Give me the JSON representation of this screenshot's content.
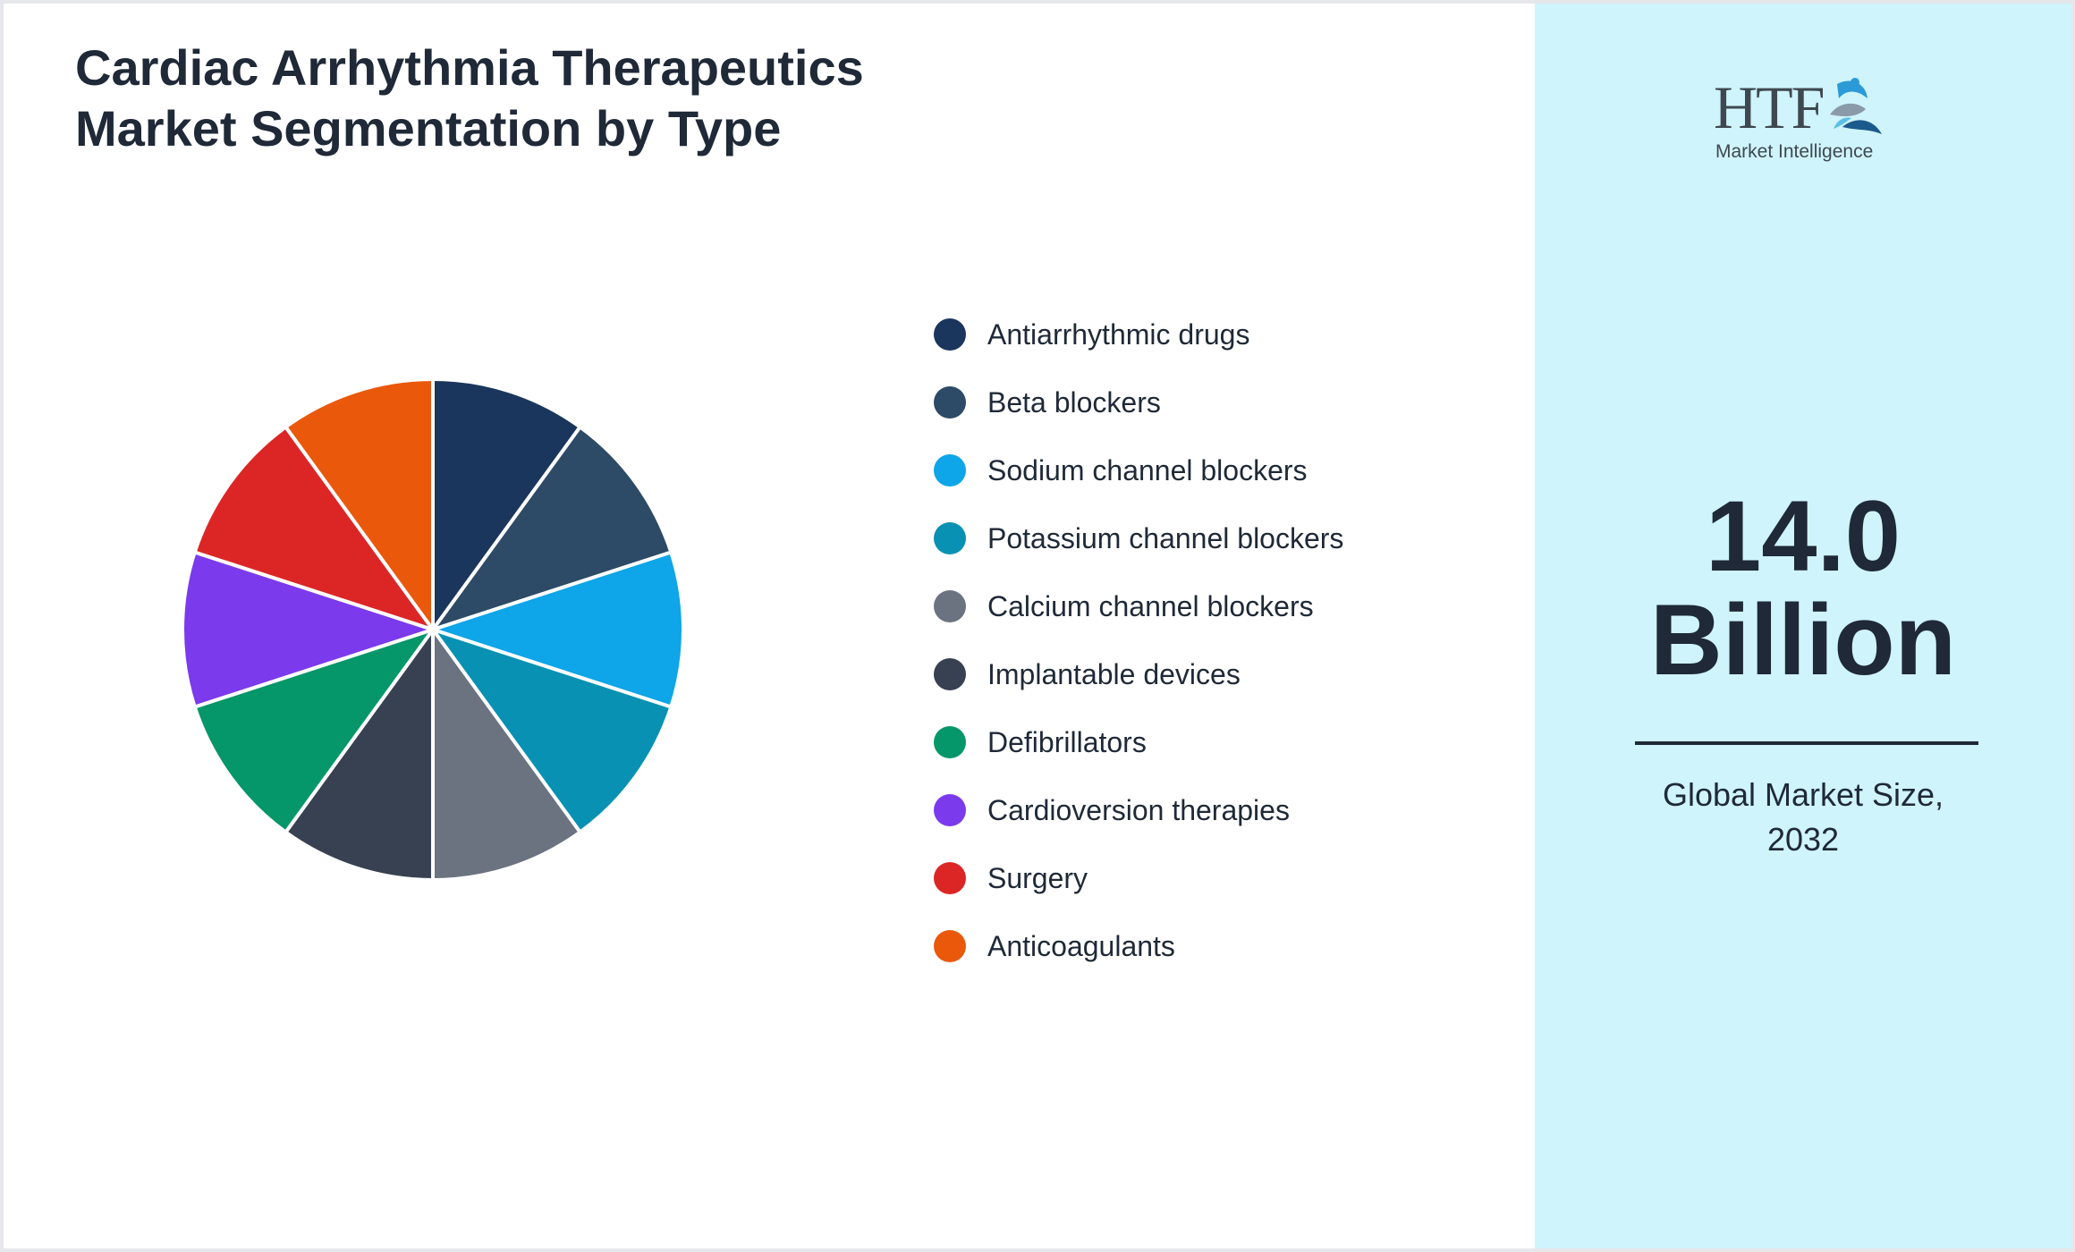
{
  "title": {
    "line1": "Cardiac Arrhythmia Therapeutics",
    "line2": "Market Segmentation by Type"
  },
  "chart_data": {
    "type": "pie",
    "title": "Cardiac Arrhythmia Therapeutics Market Segmentation by Type",
    "categories": [
      "Antiarrhythmic drugs",
      "Beta blockers",
      "Sodium channel blockers",
      "Potassium channel blockers",
      "Calcium channel blockers",
      "Implantable devices",
      "Defibrillators",
      "Cardioversion therapies",
      "Surgery",
      "Anticoagulants"
    ],
    "values": [
      10,
      10,
      10,
      10,
      10,
      10,
      10,
      10,
      10,
      10
    ],
    "colors": [
      "#1b365d",
      "#2d4a66",
      "#0ea5e9",
      "#0891b2",
      "#6b7280",
      "#374151",
      "#059669",
      "#7c3aed",
      "#dc2626",
      "#ea580c"
    ],
    "legend": "right",
    "slice_border": "#ffffff"
  },
  "sidebar": {
    "logo": {
      "mark": "HTF",
      "subtitle": "Market Intelligence"
    },
    "value": "14.0",
    "unit": "Billion",
    "caption_line1": "Global Market Size,",
    "caption_line2": "2032",
    "background": "#cff4fc"
  }
}
